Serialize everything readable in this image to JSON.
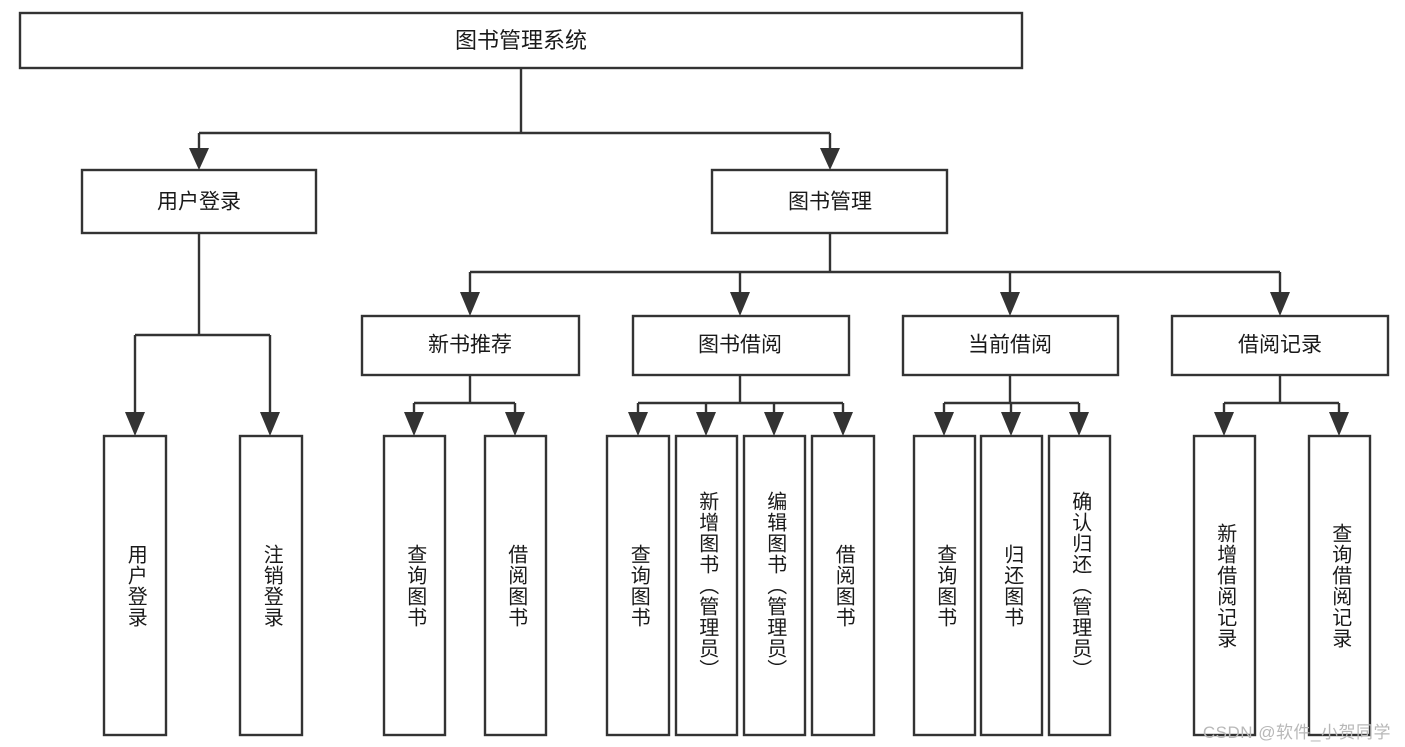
{
  "diagram": {
    "type": "hierarchy-tree",
    "title": "图书管理系统",
    "watermark": "CSDN @软件_小贺同学",
    "colors": {
      "stroke": "#333333",
      "fill": "#ffffff",
      "text": "#1a1a1a",
      "watermark": "#b8b8b8"
    },
    "root": {
      "label": "图书管理系统"
    },
    "level2": [
      {
        "label": "用户登录"
      },
      {
        "label": "图书管理"
      }
    ],
    "level3": [
      {
        "label": "新书推荐"
      },
      {
        "label": "图书借阅"
      },
      {
        "label": "当前借阅"
      },
      {
        "label": "借阅记录"
      }
    ],
    "leaves": {
      "user_login": [
        {
          "label": "用户登录"
        },
        {
          "label": "注销登录"
        }
      ],
      "new_book_recommend": [
        {
          "label": "查询图书"
        },
        {
          "label": "借阅图书"
        }
      ],
      "book_borrow": [
        {
          "label": "查询图书"
        },
        {
          "label": "新增图书（管理员）"
        },
        {
          "label": "编辑图书（管理员）"
        },
        {
          "label": "借阅图书"
        }
      ],
      "current_borrow": [
        {
          "label": "查询图书"
        },
        {
          "label": "归还图书"
        },
        {
          "label": "确认归还（管理员）"
        }
      ],
      "borrow_record": [
        {
          "label": "新增借阅记录"
        },
        {
          "label": "查询借阅记录"
        }
      ]
    }
  }
}
